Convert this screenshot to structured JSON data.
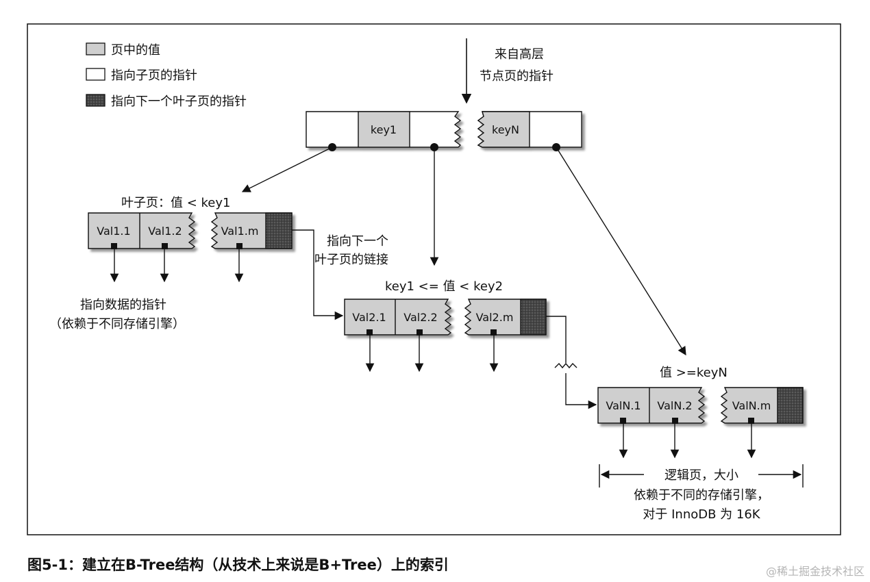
{
  "legend": {
    "value_label": "页中的值",
    "child_pointer_label": "指向子页的指针",
    "next_leaf_pointer_label": "指向下一个叶子页的指针"
  },
  "annotations": {
    "higher_level_line1": "来自高层",
    "higher_level_line2": "节点页的指针",
    "leaf_link_line1": "指向下一个",
    "leaf_link_line2": "叶子页的链接",
    "data_pointer_line1": "指向数据的指针",
    "data_pointer_line2": "（依赖于不同存储引擎）",
    "page_size_line1": "逻辑页，大小",
    "page_size_line2": "依赖于不同的存储引擎，",
    "page_size_line3": "对于 InnoDB 为 16K"
  },
  "root_node": {
    "key1": "key1",
    "keyN": "keyN"
  },
  "leaf1": {
    "title": "叶子页：值 < key1",
    "cells": [
      "Val1.1",
      "Val1.2",
      "Val1.m"
    ]
  },
  "leaf2": {
    "title": "key1 <= 值 < key2",
    "cells": [
      "Val2.1",
      "Val2.2",
      "Val2.m"
    ]
  },
  "leafN": {
    "title": "值  >=keyN",
    "cells": [
      "ValN.1",
      "ValN.2",
      "ValN.m"
    ]
  },
  "caption": "图5-1：建立在B-Tree结构（从技术上来说是B+Tree）上的索引",
  "watermark": "@稀土掘金技术社区",
  "colors": {
    "value_fill": "#cfcfcf",
    "pointer_fill": "#ffffff",
    "next_pointer_fill": "#555555",
    "stroke": "#111111"
  }
}
